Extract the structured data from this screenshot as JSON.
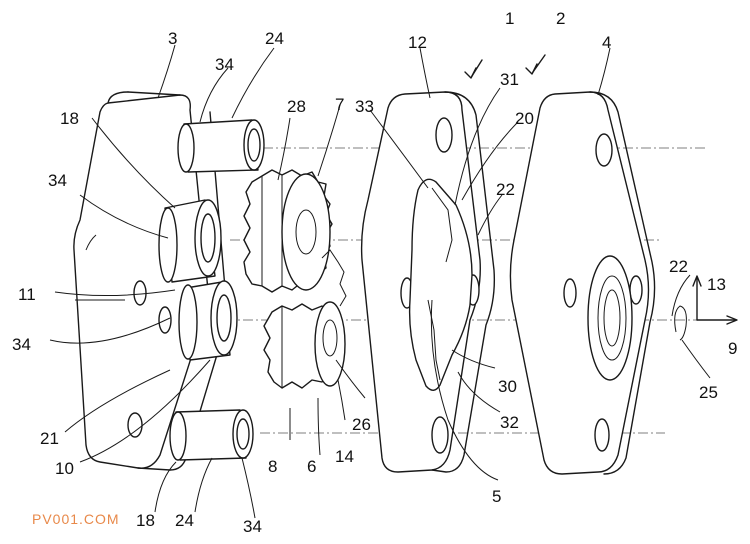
{
  "labels": {
    "l1": "1",
    "l2": "2",
    "l3": "3",
    "l4": "4",
    "l5": "5",
    "l6": "6",
    "l7": "7",
    "l8": "8",
    "l9": "9",
    "l10": "10",
    "l11": "11",
    "l12": "12",
    "l13": "13",
    "l14": "14",
    "l18a": "18",
    "l18b": "18",
    "l20": "20",
    "l21": "21",
    "l22a": "22",
    "l22b": "22",
    "l24a": "24",
    "l24b": "24",
    "l25": "25",
    "l26": "26",
    "l28": "28",
    "l30": "30",
    "l31": "31",
    "l32": "32",
    "l33": "33",
    "l34a": "34",
    "l34b": "34",
    "l34c": "34",
    "l34d": "34"
  },
  "watermark": "PV001.COM",
  "colors": {
    "line": "#1a1a1a",
    "watermark": "#e8894a"
  }
}
